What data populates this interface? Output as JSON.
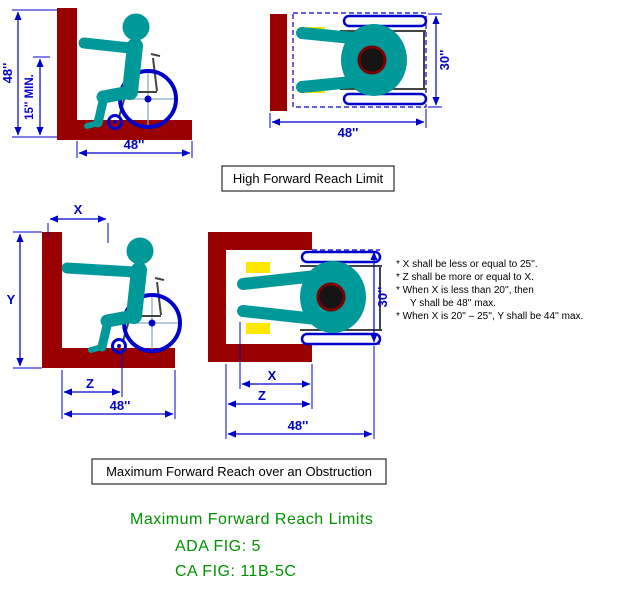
{
  "colors": {
    "wall_dark_red": "#990000",
    "person_teal": "#009999",
    "dimension_blue": "#0000CC",
    "footrest_yellow": "#FFE800",
    "footer_green": "#009300"
  },
  "captions": {
    "high_forward_reach": "High Forward Reach Limit",
    "max_forward_reach": "Maximum Forward Reach over an Obstruction"
  },
  "panels": {
    "high_side": {
      "height": "48''",
      "min_height": "15'' MIN.",
      "width": "48''"
    },
    "high_top": {
      "depth": "30''",
      "width": "48''"
    },
    "obstruction_side": {
      "x": "X",
      "y": "Y",
      "z": "Z",
      "width": "48''"
    },
    "obstruction_top": {
      "depth": "30''",
      "x": "X",
      "z": "Z",
      "width": "48''"
    }
  },
  "notes": [
    "* X shall be less or equal to 25''.",
    "* Z shall be more or equal to X.",
    "* When X is less than 20'', then",
    "Y shall be 48'' max.",
    "* When X is 20'' – 25'', Y shall be 44'' max."
  ],
  "footer": {
    "title": "Maximum Forward Reach Limits",
    "ada_fig": "ADA FIG: 5",
    "ca_fig": "CA FIG: 11B-5C"
  }
}
